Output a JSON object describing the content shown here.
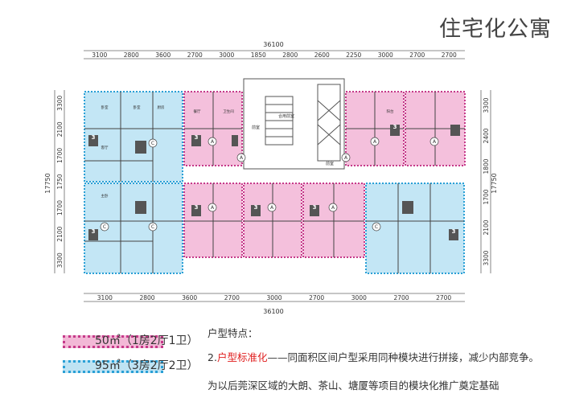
{
  "page_title": "住宅化公寓",
  "dims": {
    "top_total": "36100",
    "top_segments": [
      "3100",
      "2800",
      "3600",
      "2700",
      "3000",
      "1850",
      "2800",
      "2600",
      "2250",
      "3000",
      "2700",
      "2700"
    ],
    "bottom_total": "36100",
    "bottom_segments": [
      "3100",
      "2800",
      "3600",
      "2700",
      "3000",
      "2700",
      "3000",
      "2700",
      "2700"
    ],
    "left_total": "17750",
    "left_segments": [
      "3300",
      "2100",
      "1700",
      "1750",
      "1700",
      "2100",
      "3300"
    ],
    "right_total": "17750",
    "right_segments": [
      "3300",
      "2400",
      "1800",
      "1700",
      "2100",
      "3300"
    ]
  },
  "plan": {
    "unit_marks": [
      "A",
      "A",
      "A",
      "A",
      "A",
      "A",
      "A",
      "A",
      "C",
      "C",
      "C",
      "C"
    ],
    "unit_nums": [
      "3",
      "3",
      "3",
      "3",
      "3",
      "3",
      "3",
      "3"
    ],
    "core_labels": [
      "前室",
      "合用前室",
      "前室"
    ],
    "room_labels": [
      "厨房",
      "卧室",
      "卧室",
      "客厅",
      "主卧",
      "餐厅",
      "卫生间",
      "阳台"
    ],
    "colors": {
      "pink_fill": "#f4c0dc",
      "pink_border": "#c63a8a",
      "blue_fill": "#c3e6f5",
      "blue_border": "#2aa0d6"
    }
  },
  "legend": {
    "pink_label": "50㎡（1房2厅1卫）",
    "blue_label": "95㎡（3房2厅2卫）"
  },
  "notes": {
    "heading": "户型特点：",
    "line2_prefix": "2.",
    "line2_highlight": "户型标准化",
    "line2_rest": "——同面积区间户型采用同种模块进行拼接，减少内部竞争。",
    "line3": "为以后莞深区域的大朗、茶山、塘厦等项目的模块化推广奠定基础"
  }
}
